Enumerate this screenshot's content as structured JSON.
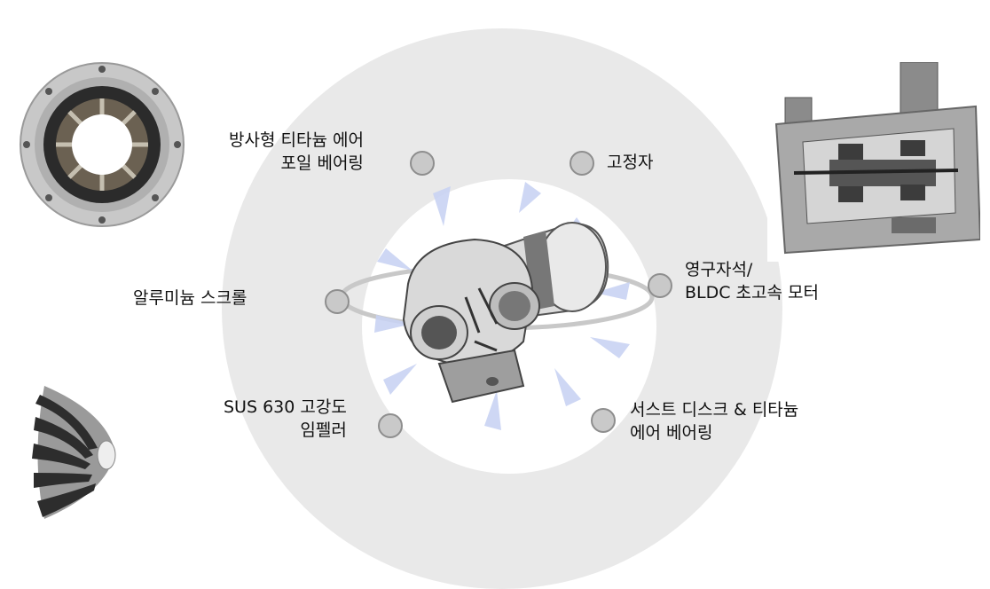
{
  "components": {
    "bearing": "방사형 티타늄 에어\n포일 베어링",
    "stator": "고정자",
    "scroll": "알루미늄 스크롤",
    "motor": "영구자석/\nBLDC 초고속 모터",
    "impeller": "SUS 630 고강도\n임펠러",
    "thrust": "서스트 디스크 & 티타늄\n에어 베어링"
  },
  "colors": {
    "outer_ring": "#e9e9e9",
    "inner_circle": "#ffffff",
    "marker": "#c9c9c9",
    "arrow": "#c9d3f3"
  }
}
